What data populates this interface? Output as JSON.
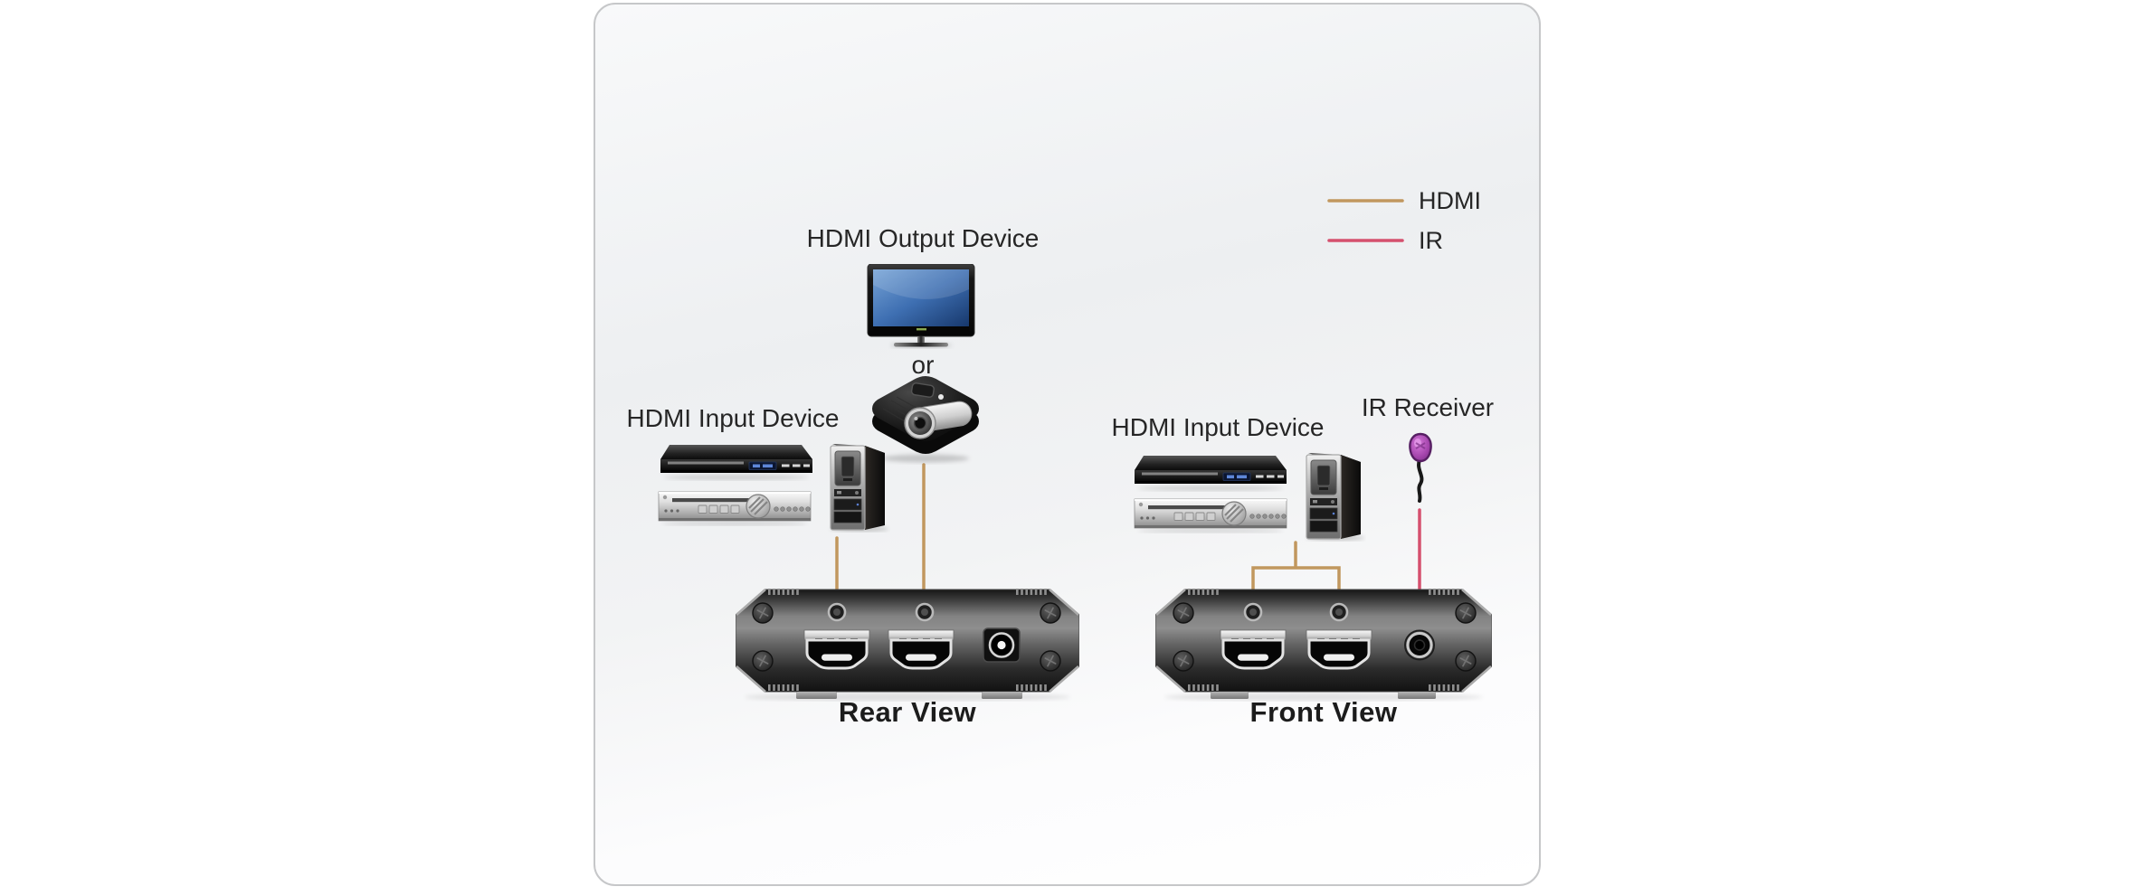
{
  "legend": {
    "items": [
      {
        "label": "HDMI",
        "color": "#c1975e"
      },
      {
        "label": "IR",
        "color": "#d5506e"
      }
    ]
  },
  "labels": {
    "hdmi_output_device": "HDMI Output Device",
    "or": "or",
    "hdmi_input_device_left": "HDMI Input Device",
    "hdmi_input_device_right": "HDMI Input Device",
    "ir_receiver": "IR Receiver",
    "rear_view": "Rear View",
    "front_view": "Front View"
  },
  "colors": {
    "hdmi_line": "#c1975e",
    "ir_line": "#d5506e",
    "text": "#262626",
    "panel_border": "#c6c7c9"
  },
  "icons": {
    "monitor": "tv-monitor-icon",
    "projector": "projector-icon",
    "dvd_player": "dvd-player-icon",
    "av_receiver": "av-receiver-icon",
    "pc_tower": "pc-tower-icon",
    "ir_receiver_bulb": "ir-receiver-icon",
    "hdmi_port": "hdmi-port-icon",
    "led_hole": "led-indicator-icon",
    "dc_power_jack": "dc-power-jack-icon",
    "ir_jack": "ir-jack-icon",
    "screw": "screw-icon"
  }
}
